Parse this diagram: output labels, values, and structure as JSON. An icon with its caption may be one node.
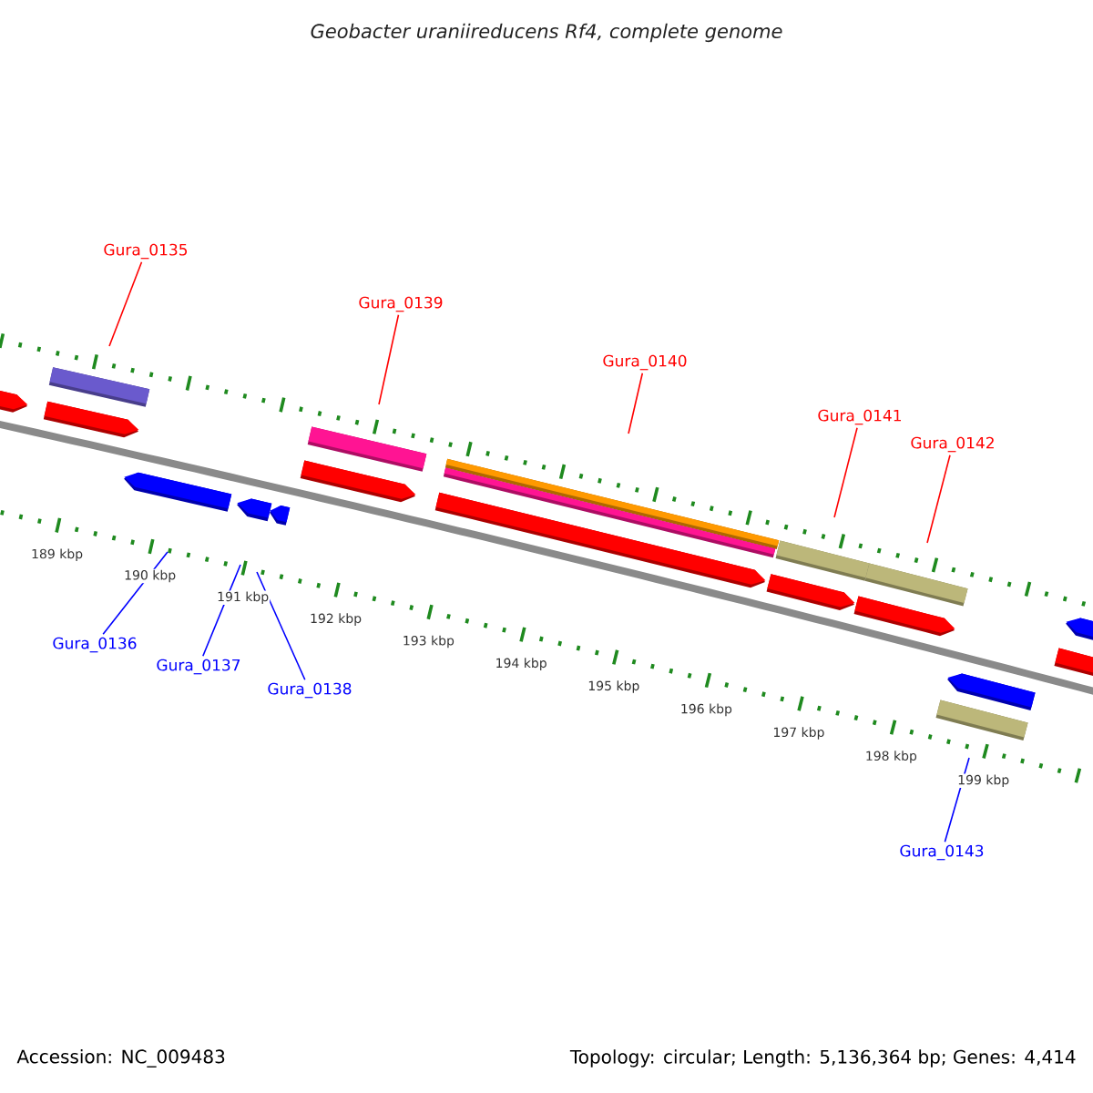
{
  "diagram": {
    "title": "Geobacter uraniireducens Rf4, complete genome",
    "nodes": [
      {
        "text": [
          "Gura_0135"
        ]
      },
      {
        "text": [
          "Gura_0139"
        ]
      },
      {
        "text": [
          "Gura_0140"
        ]
      },
      {
        "text": [
          "Gura_0141"
        ]
      },
      {
        "text": [
          "Gura_0142"
        ]
      },
      {
        "text": [
          "Gura_0136"
        ]
      },
      {
        "text": [
          "Gura_0137"
        ]
      },
      {
        "text": [
          "Gura_0138"
        ]
      },
      {
        "text": [
          "Gura_0143"
        ]
      }
    ],
    "edges": [
      {
        "from": 0,
        "to": null,
        "arrow": "none"
      },
      {
        "from": 1,
        "to": null,
        "arrow": "none"
      },
      {
        "from": 2,
        "to": null,
        "arrow": "none"
      },
      {
        "from": 3,
        "to": null,
        "arrow": "none"
      },
      {
        "from": 4,
        "to": null,
        "arrow": "none"
      },
      {
        "from": 5,
        "to": null,
        "arrow": "none",
        "color": "#0000ff"
      },
      {
        "from": 6,
        "to": null,
        "arrow": "none",
        "color": "#0000ff"
      },
      {
        "from": 7,
        "to": null,
        "arrow": "none",
        "color": "#0000ff"
      },
      {
        "from": 8,
        "to": null,
        "arrow": "none",
        "color": "#0000ff"
      }
    ],
    "labels": [
      "189 kbp",
      "190 kbp",
      "191 kbp",
      "192 kbp",
      "193 kbp",
      "194 kbp",
      "195 kbp",
      "196 kbp",
      "197 kbp",
      "198 kbp",
      "199 kbp",
      "Accession: NC_009483",
      "Topology: circular; Length: 5,136,364 bp; Genes: 4,414"
    ]
  }
}
